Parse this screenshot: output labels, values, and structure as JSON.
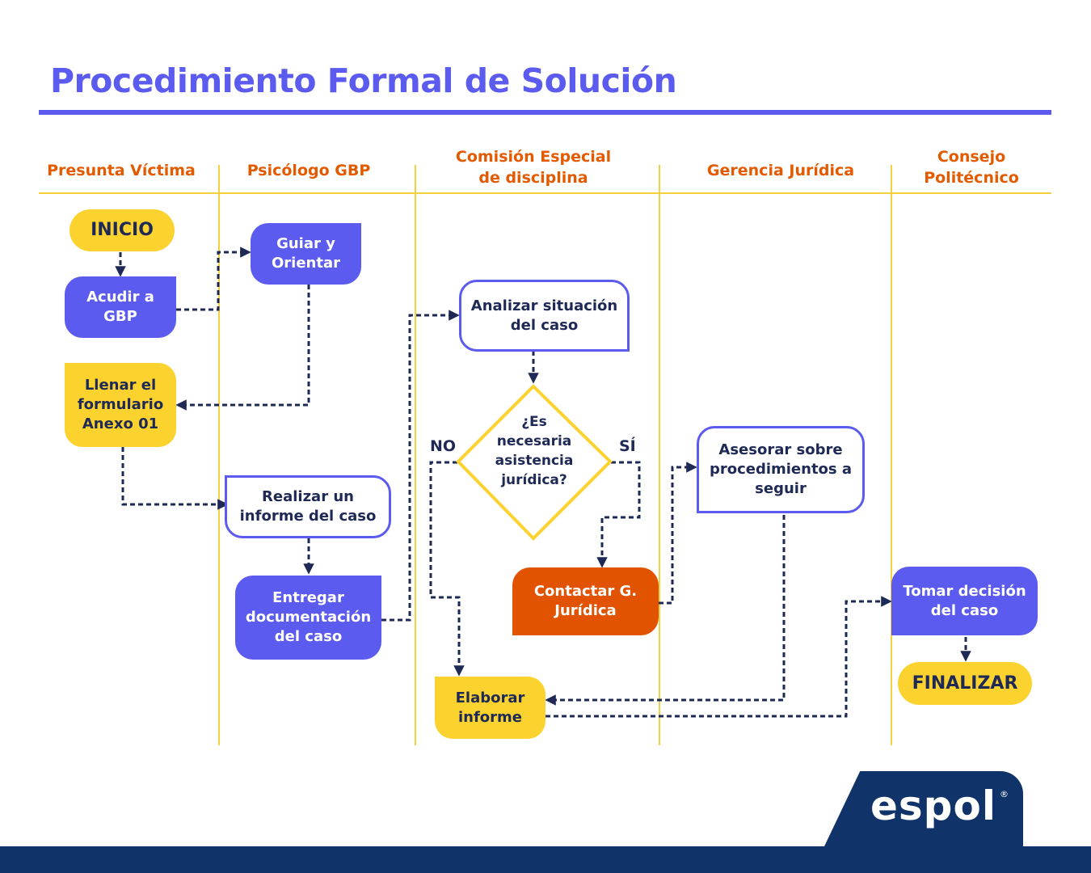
{
  "title": "Procedimiento Formal de Solución",
  "lanes": [
    "Presunta Víctima",
    "Psicólogo GBP",
    "Comisión Especial\nde disciplina",
    "Gerencia Jurídica",
    "Consejo\nPolitécnico"
  ],
  "nodes": {
    "inicio": "INICIO",
    "acudir": "Acudir a\nGBP",
    "guiar": "Guiar y\nOrientar",
    "llenar": "Llenar el\nformulario\nAnexo 01",
    "realizar": "Realizar un\ninforme del caso",
    "entregar": "Entregar\ndocumentación\ndel caso",
    "analizar": "Analizar situación\ndel caso",
    "decision": "¿Es\nnecesaria\nasistencia\njurídica?",
    "contactar": "Contactar G.\nJurídica",
    "elaborar": "Elaborar\ninforme",
    "asesorar": "Asesorar sobre\nprocedimientos a\nseguir",
    "tomar": "Tomar decisión\ndel caso",
    "finalizar": "FINALIZAR"
  },
  "branch_labels": {
    "no": "NO",
    "si": "SÍ"
  },
  "logo": {
    "text": "espol",
    "mark": "®"
  },
  "colors": {
    "accent": "#5b5bef",
    "lane_header": "#e35a00",
    "yellow": "#fcd22e",
    "orange": "#e15300",
    "navy": "#10336a",
    "connector": "#1e2a55"
  }
}
